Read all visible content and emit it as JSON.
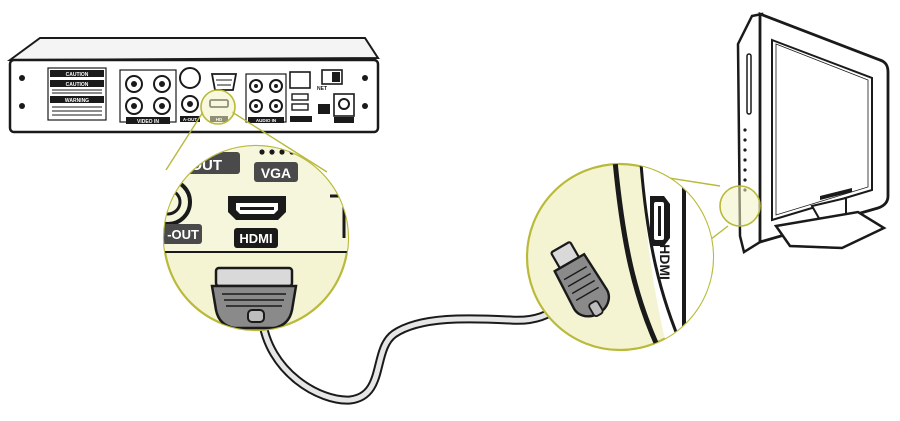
{
  "dvr": {
    "port_labels": {
      "video_in": "VIDEO IN",
      "audio_in": "AUDIO IN",
      "net": "NET",
      "caution_1": "CAUTION",
      "caution_2": "CAUTION",
      "warning": "WARNING",
      "hdmi_small": "HD",
      "a_out_small": "A-OUT"
    }
  },
  "zoom_dvr": {
    "v_out": "OUT",
    "vga": "VGA",
    "hdmi": "HDMI",
    "a_out": "-OUT"
  },
  "zoom_tv": {
    "hdmi": "HDMI"
  },
  "colors": {
    "highlight": "#e8e89a",
    "highlight_stroke": "#b9b93a",
    "line": "#1a1a1a",
    "cable": "#bdbdbd",
    "connector": "#8a8a8a"
  }
}
